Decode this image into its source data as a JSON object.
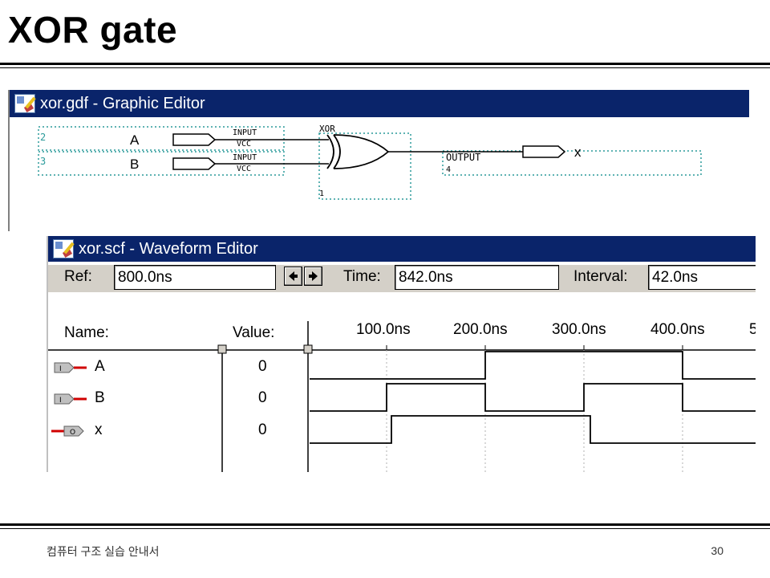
{
  "slide": {
    "title": "XOR gate",
    "footer": "컴퓨터 구조 실습 안내서",
    "page_number": "30"
  },
  "graphic_editor": {
    "title": "xor.gdf - Graphic Editor",
    "icon": "graphic-editor-app-icon",
    "pins": [
      {
        "number": "2",
        "name": "A",
        "type": "INPUT",
        "vcc": "VCC"
      },
      {
        "number": "3",
        "name": "B",
        "type": "INPUT",
        "vcc": "VCC"
      }
    ],
    "gate": {
      "label": "XOR",
      "pin_in": "1",
      "pin_out": "4"
    },
    "output": {
      "type": "OUTPUT",
      "name": "x"
    }
  },
  "waveform_editor": {
    "title": "xor.scf - Waveform Editor",
    "icon": "waveform-editor-app-icon",
    "ref_label": "Ref:",
    "ref_value": "800.0ns",
    "time_label": "Time:",
    "time_value": "842.0ns",
    "interval_label": "Interval:",
    "interval_value": "42.0ns",
    "name_header": "Name:",
    "value_header": "Value:",
    "time_ticks": [
      "100.0ns",
      "200.0ns",
      "300.0ns",
      "400.0ns",
      "5"
    ],
    "signals": [
      {
        "name": "A",
        "value": "0",
        "direction": "I"
      },
      {
        "name": "B",
        "value": "0",
        "direction": "I"
      },
      {
        "name": "x",
        "value": "0",
        "direction": "O"
      }
    ]
  }
}
